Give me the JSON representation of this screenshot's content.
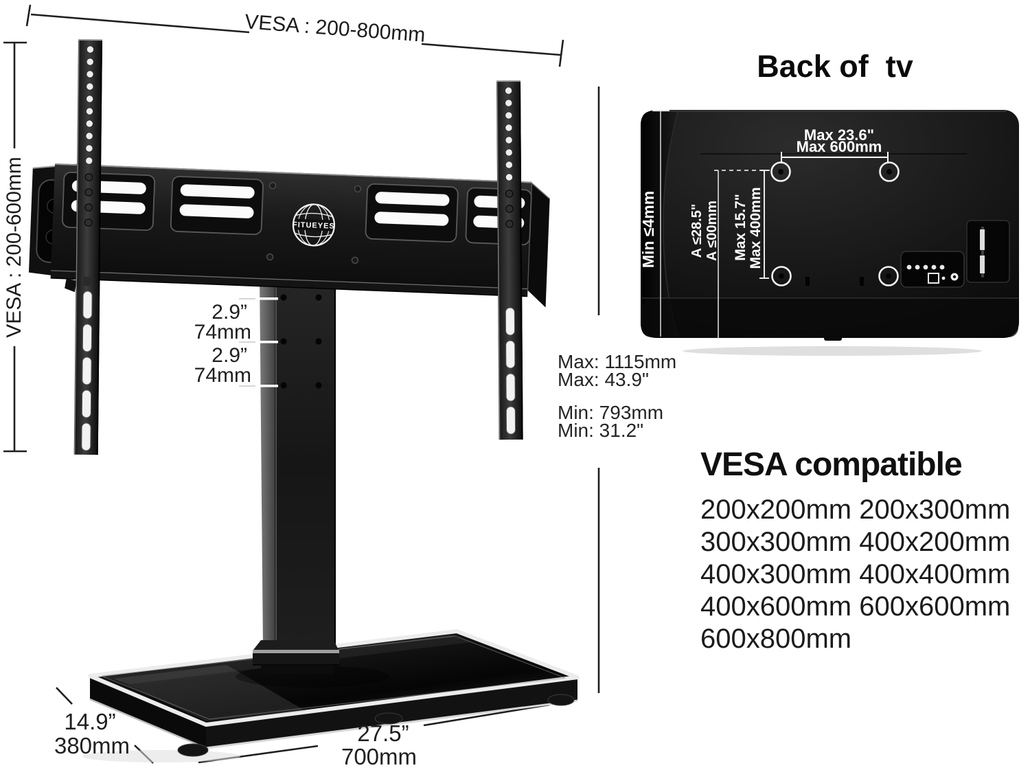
{
  "colors": {
    "ink": "#1f1f1f",
    "annotation_white": "#ffffff",
    "metal_silver": "#d9d9d9",
    "product_black": "#141414"
  },
  "stand": {
    "logo": "FITUEYES",
    "top_dim": "VESA :  200-800mm",
    "left_dim": "VESA :  200-600mm",
    "marks": [
      {
        "inches": "2.9”",
        "mm": "74mm"
      },
      {
        "inches": "2.9”",
        "mm": "74mm"
      }
    ],
    "height": {
      "max_mm": "Max: 1115mm",
      "max_in": "Max: 43.9\"",
      "min_mm": "Min: 793mm",
      "min_in": "Min: 31.2\""
    },
    "base": {
      "depth_in": "14.9”",
      "depth_mm": "380mm",
      "width_in": "27.5”",
      "width_mm": "700mm"
    }
  },
  "tv": {
    "title": "Back of  tv",
    "thickness": "Min ≤4mm",
    "a_in": "A ≤28.5\"",
    "a_mm": "A ≤00mm",
    "v_in": "Max 15.7\"",
    "v_mm": "Max 400mm",
    "h_in": "Max 23.6\"",
    "h_mm": "Max 600mm"
  },
  "vesa": {
    "title": "VESA compatible",
    "rows": [
      "200x200mm 200x300mm",
      "300x300mm 400x200mm",
      "400x300mm 400x400mm",
      "400x600mm 600x600mm",
      "600x800mm"
    ]
  }
}
